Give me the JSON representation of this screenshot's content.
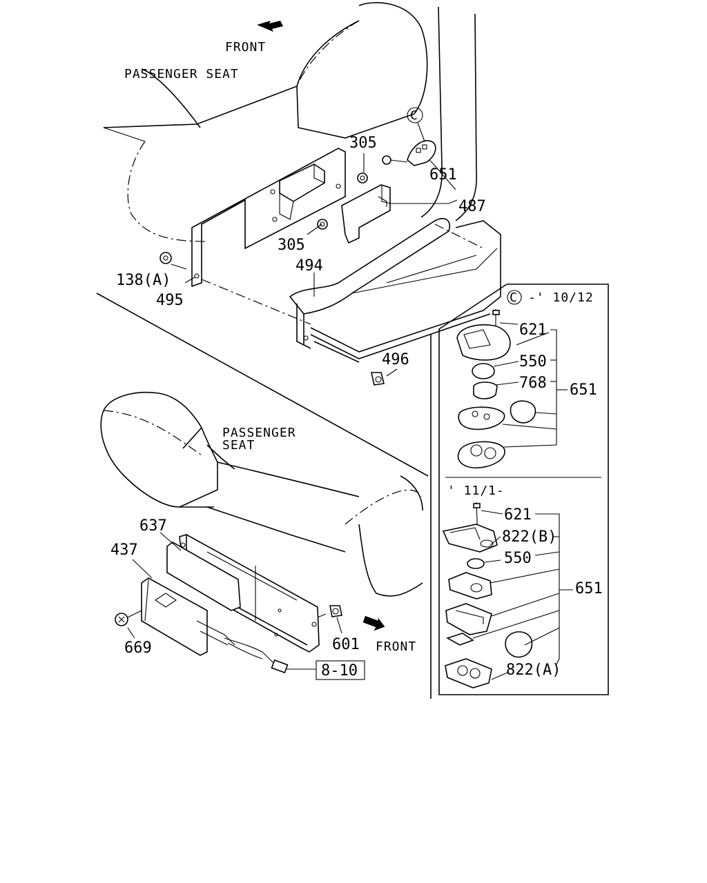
{
  "labels": {
    "front_top": "FRONT",
    "passenger_seat_top": "PASSENGER SEAT",
    "p305a": "305",
    "circle_c_top": "C",
    "p651_top": "651",
    "p487": "487",
    "p305b": "305",
    "p494": "494",
    "p138a": "138(A)",
    "p495": "495",
    "p496": "496",
    "passenger_seat_lower_1": "PASSENGER",
    "passenger_seat_lower_2": "SEAT",
    "p637": "637",
    "p437": "437",
    "p669": "669",
    "p601": "601",
    "front_lower": "FRONT",
    "ref_8_10": "8-10"
  },
  "inset_upper": {
    "circle_c": "C",
    "range": "-' 10/12",
    "p621": "621",
    "p550": "550",
    "p768": "768",
    "p651": "651"
  },
  "inset_lower": {
    "range": "' 11/1-",
    "p621": "621",
    "p822b": "822(B)",
    "p550": "550",
    "p651": "651",
    "p822a": "822(A)"
  }
}
